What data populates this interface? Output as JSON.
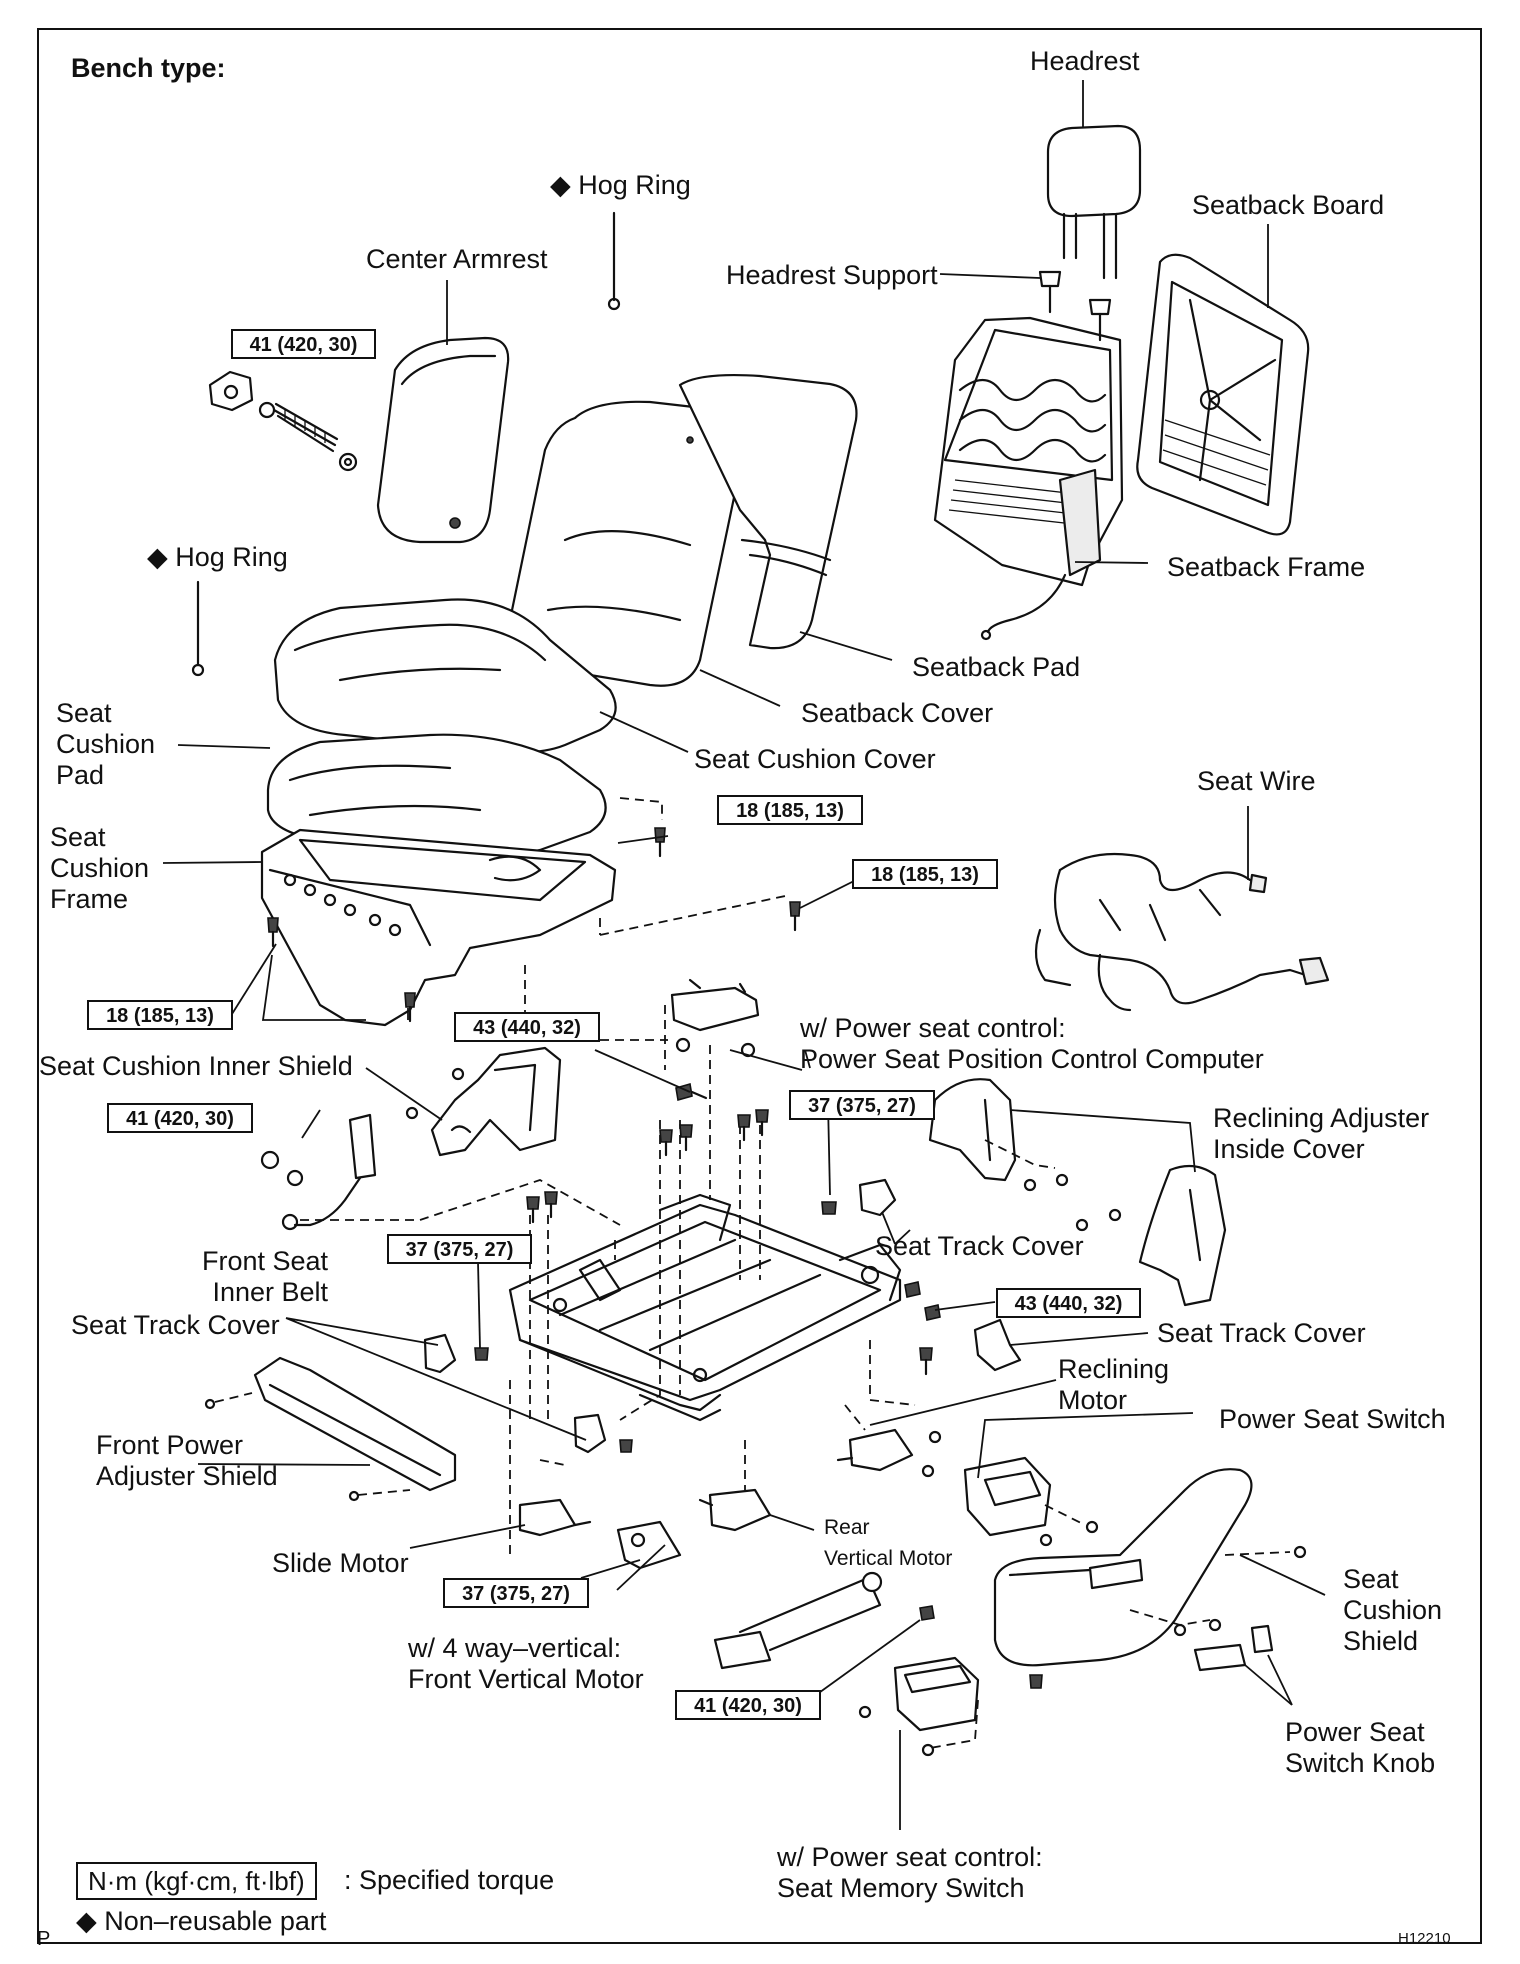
{
  "title": "Bench type:",
  "figure_id": "H12210",
  "corner_mark": "P",
  "labels": {
    "headrest": "Headrest",
    "hog_ring_top": "◆ Hog Ring",
    "center_armrest": "Center Armrest",
    "seatback_board": "Seatback Board",
    "headrest_support": "Headrest Support",
    "hog_ring_left": "◆ Hog Ring",
    "seatback_frame": "Seatback Frame",
    "seatback_pad": "Seatback Pad",
    "seat_cushion_pad": "Seat\nCushion\nPad",
    "seatback_cover": "Seatback Cover",
    "seat_cushion_cover": "Seat Cushion Cover",
    "seat_wire": "Seat Wire",
    "seat_cushion_frame": "Seat\nCushion\nFrame",
    "power_seat_position_computer": "w/ Power seat control:\nPower Seat Position Control Computer",
    "seat_cushion_inner_shield": "Seat Cushion Inner Shield",
    "reclining_adjuster_inside_cover": "Reclining Adjuster\nInside Cover",
    "front_seat_inner_belt": "Front Seat\nInner Belt",
    "seat_track_cover_mid": "Seat Track Cover",
    "seat_track_cover_left": "Seat Track Cover",
    "seat_track_cover_right": "Seat Track Cover",
    "reclining_motor": "Reclining\nMotor",
    "power_seat_switch": "Power Seat Switch",
    "front_power_adjuster_shield": "Front Power\nAdjuster Shield",
    "slide_motor": "Slide Motor",
    "rear_vertical_motor": "Rear\nVertical Motor",
    "seat_cushion_shield": "Seat\nCushion\nShield",
    "front_vertical_motor": "w/ 4 way–vertical:\nFront Vertical Motor",
    "power_seat_switch_knob": "Power Seat\nSwitch Knob",
    "seat_memory_switch": "w/ Power seat control:\nSeat Memory Switch"
  },
  "torques": {
    "t_armrest": "41 (420, 30)",
    "t_cushion_a": "18 (185, 13)",
    "t_cushion_b": "18 (185, 13)",
    "t_cushion_c": "18 (185, 13)",
    "t_track_a": "43 (440, 32)",
    "t_belt": "41 (420, 30)",
    "t_track_b": "37 (375, 27)",
    "t_track_c": "37 (375, 27)",
    "t_recliner": "43 (440, 32)",
    "t_front_motor": "37 (375, 27)",
    "t_buckle": "41 (420, 30)"
  },
  "legend": {
    "unit_box": "N·m (kgf·cm, ft·lbf)",
    "unit_text": ": Specified torque",
    "nonreusable": "◆ Non–reusable part"
  }
}
